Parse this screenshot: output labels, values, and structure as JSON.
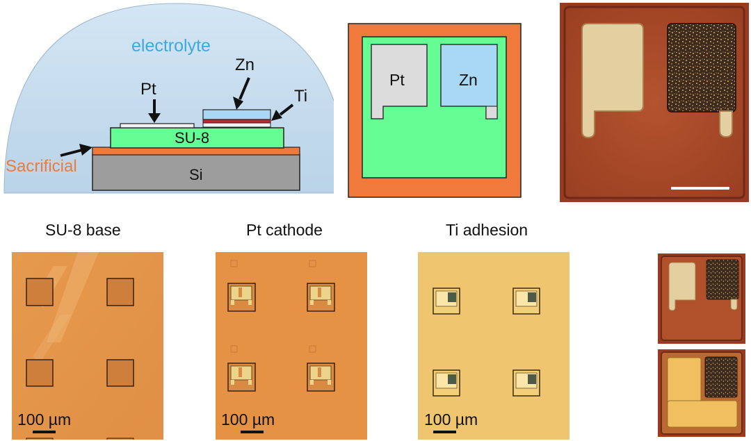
{
  "cross_section": {
    "electrolyte": "electrolyte",
    "zn": "Zn",
    "ti": "Ti",
    "pt": "Pt",
    "su8": "SU-8",
    "sacrificial": "Sacrificial",
    "si": "Si"
  },
  "top_view": {
    "pt": "Pt",
    "zn": "Zn"
  },
  "micrographs": [
    {
      "title": "SU-8 base",
      "scale_bar": "100 µm"
    },
    {
      "title": "Pt cathode",
      "scale_bar": "100 µm"
    },
    {
      "title": "Ti adhesion",
      "scale_bar": "100 µm"
    }
  ],
  "colors": {
    "electrolyte": "#c9dff0",
    "electrolyte_text": "#3fa9dc",
    "sacrificial": "#f07a3c",
    "su8": "#66fc94",
    "si": "#9e9e9e",
    "zn": "#a9d8f5",
    "ti": "#c0282d",
    "pt": "#dcdcdc"
  }
}
